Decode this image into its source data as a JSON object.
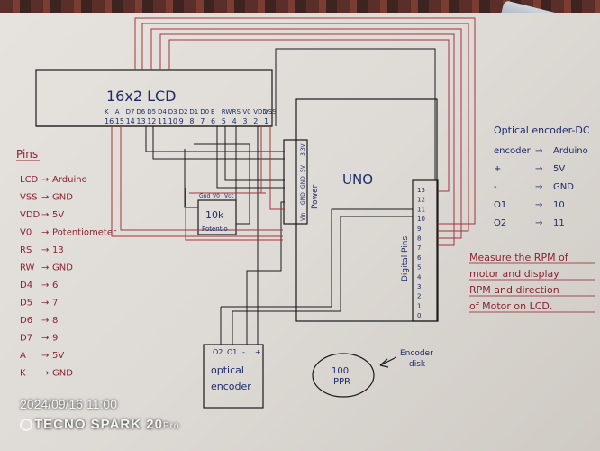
{
  "lcd": {
    "title": "16x2 LCD",
    "pin_names": [
      "K",
      "A",
      "D7",
      "D6",
      "D5",
      "D4",
      "D3",
      "D2",
      "D1",
      "D0",
      "E",
      "RW",
      "RS",
      "V0",
      "VDD",
      "VSS"
    ],
    "pin_numbers": [
      "16",
      "15",
      "14",
      "13",
      "12",
      "11",
      "10",
      "9",
      "8",
      "7",
      "6",
      "5",
      "4",
      "3",
      "2",
      "1"
    ]
  },
  "uno": {
    "title": "UNO",
    "power_label": "Power",
    "power_pins": [
      "Vin",
      "GND",
      "GND",
      "5V",
      "3.3V"
    ],
    "digital_label": "Digital Pins",
    "digital_pins": [
      "13",
      "12",
      "11",
      "10",
      "9",
      "8",
      "7",
      "6",
      "5",
      "4",
      "3",
      "2",
      "1",
      "0"
    ]
  },
  "pot": {
    "label": "10k",
    "sublabel": "Potentio",
    "pins": [
      "Gnd",
      "V0",
      "Vcc"
    ]
  },
  "encoder": {
    "label": "optical",
    "label2": "encoder",
    "pins": [
      "O2",
      "O1",
      "-",
      "+"
    ]
  },
  "disk": {
    "label": "100",
    "label2": "PPR",
    "callout": "Encoder",
    "callout2": "disk"
  },
  "pins_section": {
    "title": "Pins",
    "rows": [
      {
        "left": "LCD",
        "right": "Arduino"
      },
      {
        "left": "VSS",
        "right": "GND"
      },
      {
        "left": "VDD",
        "right": "5V"
      },
      {
        "left": "V0",
        "right": "Potentiometer"
      },
      {
        "left": "RS",
        "right": "13"
      },
      {
        "left": "RW",
        "right": "GND"
      },
      {
        "left": "D4",
        "right": "6"
      },
      {
        "left": "D5",
        "right": "7"
      },
      {
        "left": "D6",
        "right": "8"
      },
      {
        "left": "D7",
        "right": "9"
      },
      {
        "left": "A",
        "right": "5V"
      },
      {
        "left": "K",
        "right": "GND"
      }
    ]
  },
  "encoder_section": {
    "title": "Optical encoder-DC",
    "rows": [
      {
        "left": "encoder",
        "right": "Arduino"
      },
      {
        "left": "+",
        "right": "5V"
      },
      {
        "left": "-",
        "right": "GND"
      },
      {
        "left": "O1",
        "right": "10"
      },
      {
        "left": "O2",
        "right": "11"
      }
    ]
  },
  "note": {
    "lines": [
      "Measure the RPM of",
      "motor and display",
      "RPM and direction",
      "of Motor on LCD."
    ]
  },
  "photo": {
    "timestamp": "2024/09/16 11:00",
    "brand": "TECNO SPARK 20",
    "brand_suffix": "Pro"
  },
  "colors": {
    "ink_blue": "#1d2b6a",
    "ink_red": "#8d2330",
    "ink_black": "#1b1b1b",
    "wire_red": "#a4343c"
  }
}
